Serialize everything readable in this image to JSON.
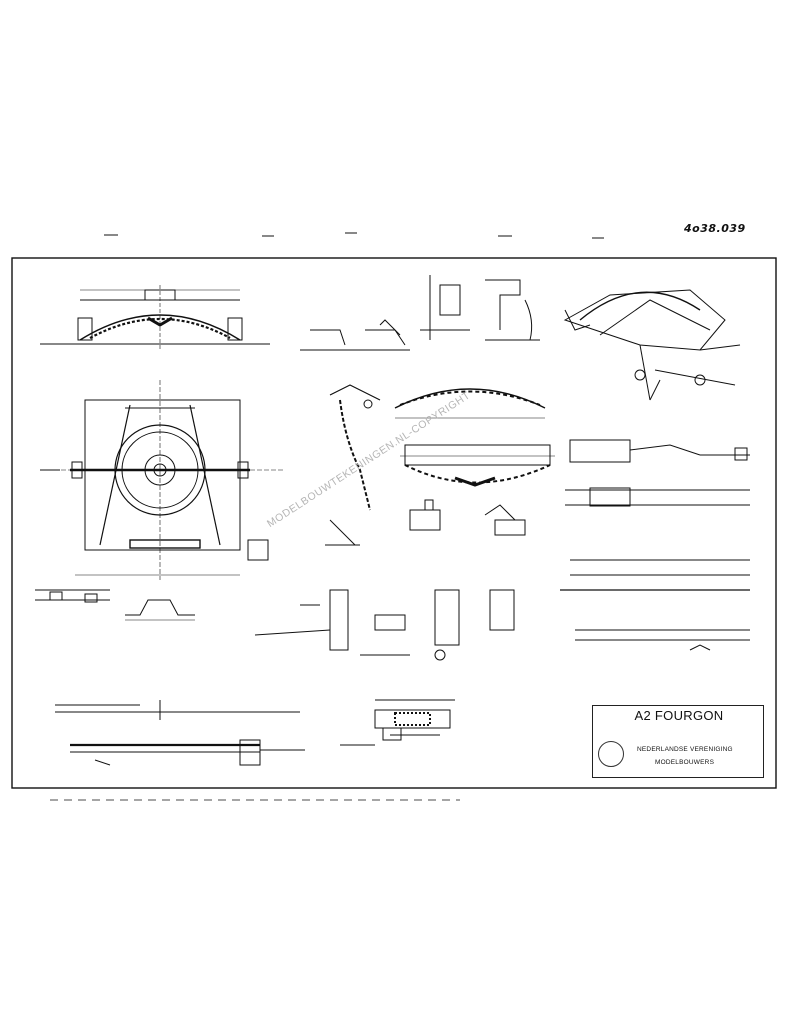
{
  "sheet": {
    "handwritten_number": "4o38.039",
    "title": "A2 FOURGON",
    "organization_line1": "NEDERLANDSE VERENIGING",
    "organization_line2": "MODELBOUWERS",
    "watermark": "MODELBOUWTEKENINGEN.NL-COPYRIGHT",
    "line_color": "#111111",
    "watermark_color": "#b5b5b5"
  }
}
